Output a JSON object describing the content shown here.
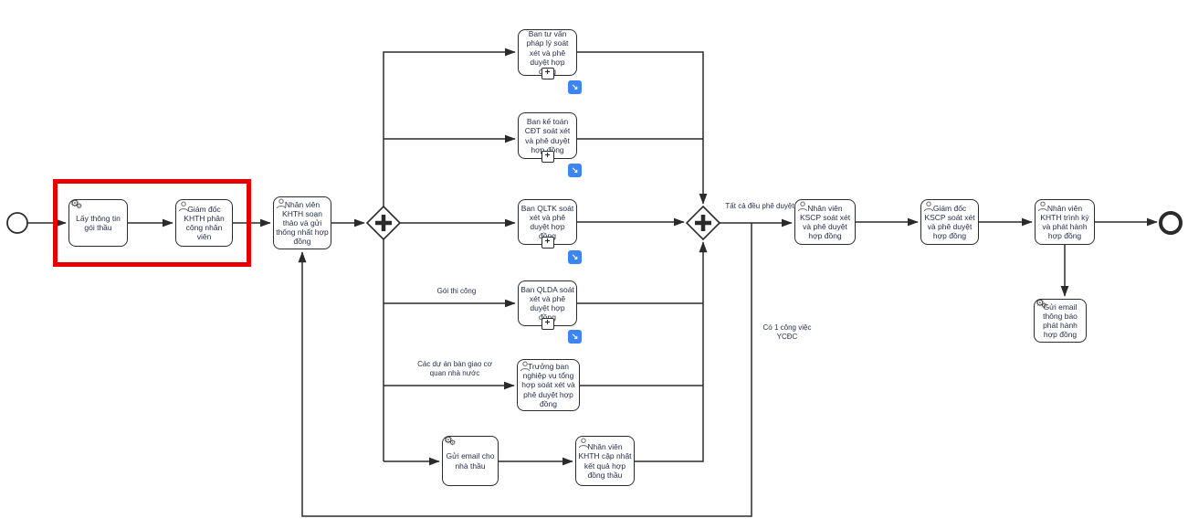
{
  "diagram": {
    "type": "bpmn-process-flow",
    "colors": {
      "line": "#2b2b2b",
      "box_border": "#2b2b2b",
      "text": "#1f2a44",
      "link_badge_blue": "#3c85f2",
      "highlight_red": "#e60000",
      "background": "#ffffff"
    },
    "nodes": [
      {
        "id": "task-lay-thong-tin",
        "label": "Lấy thông tin gói thầu",
        "icon": "gears-icon"
      },
      {
        "id": "task-giam-doc-khth-phan-cong",
        "label": "Giám đốc KHTH phân công nhân viên",
        "icon": "user-icon"
      },
      {
        "id": "task-khth-soan-thao",
        "label": "Nhân viên KHTH soạn thảo và gửi thống nhất hợp đồng",
        "icon": "user-icon"
      },
      {
        "id": "subprocess-ban-tu-van-phap-ly",
        "label": "Ban tư vấn pháp lý soát xét và phê duyệt hợp đồng",
        "icon": "subprocess-plus-marker"
      },
      {
        "id": "subprocess-ban-ke-toan-cdt",
        "label": "Ban kế toán CĐT soát xét và phê duyệt hợp đồng",
        "icon": "subprocess-plus-marker"
      },
      {
        "id": "subprocess-ban-qltk",
        "label": "Ban QLTK soát xét và phê duyệt hợp đồng",
        "icon": "subprocess-plus-marker"
      },
      {
        "id": "subprocess-ban-qlda",
        "label": "Ban QLDA soát xét và phê duyệt hợp đồng",
        "icon": "subprocess-plus-marker"
      },
      {
        "id": "task-truong-ban-nghiep-vu",
        "label": "Trưởng ban nghiệp vụ tổng hợp soát xét và phê duyệt hợp đồng",
        "icon": "user-icon"
      },
      {
        "id": "task-gui-email-nha-thau",
        "label": "Gửi email cho nhà thầu",
        "icon": "gears-icon"
      },
      {
        "id": "task-khth-cap-nhat-ket-qua",
        "label": "Nhân viên KHTH cập nhật kết quả hợp đồng thầu",
        "icon": "user-icon"
      },
      {
        "id": "task-nv-kscp-soat-xet",
        "label": "Nhân viên KSCP soát xét và phê duyệt hợp đồng",
        "icon": "user-icon"
      },
      {
        "id": "task-gd-kscp-soat-xet",
        "label": "Giám đốc KSCP soát xét và phê duyệt hợp đồng",
        "icon": "user-icon"
      },
      {
        "id": "task-khth-trinh-ky",
        "label": "Nhân viên KHTH trình ký và phát hành hợp đồng",
        "icon": "user-icon"
      },
      {
        "id": "task-gui-email-thong-bao",
        "label": "Gửi email thông báo phát hành hợp đồng",
        "icon": "gears-icon"
      }
    ],
    "gateways": [
      {
        "id": "gateway-parallel-split",
        "kind": "parallel"
      },
      {
        "id": "gateway-parallel-join",
        "kind": "parallel"
      }
    ],
    "events": [
      {
        "id": "start-event",
        "kind": "start"
      },
      {
        "id": "end-event",
        "kind": "end"
      }
    ],
    "edge_labels": {
      "goi_thi_cong": "Gói thi công",
      "cac_du_an": "Các dự án bàn giao cơ quan nhà nước",
      "tat_ca_deu_phe_duyet": "Tất cả đều phê duyệt",
      "co_1_cong_viec_ycdc": "Có 1 công việc YCĐC"
    },
    "glyphs": {
      "gear": "⚙",
      "link_arrow": "↘",
      "plus_marker": "+"
    }
  }
}
